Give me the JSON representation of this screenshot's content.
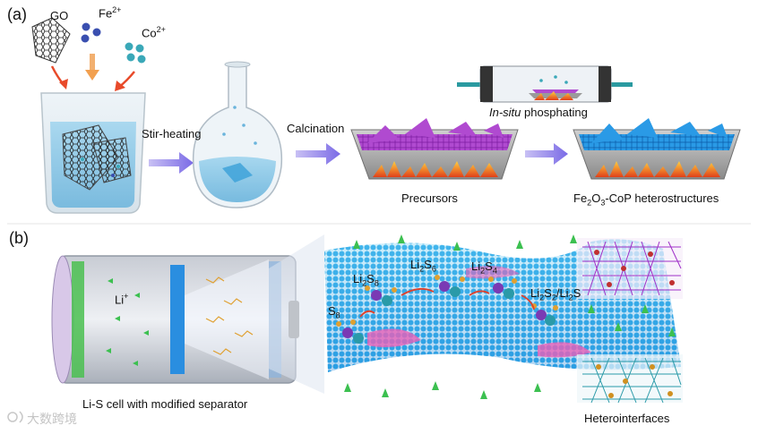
{
  "panels": {
    "a": "(a)",
    "b": "(b)"
  },
  "reagents": {
    "go": "GO",
    "fe": {
      "base": "Fe",
      "sup": "2+"
    },
    "co": {
      "base": "Co",
      "sup": "2+"
    }
  },
  "steps": {
    "stir_heating": "Stir-heating",
    "calcination": "Calcination",
    "phosphating": {
      "italic": "In-situ",
      "rest": " phosphating"
    }
  },
  "products": {
    "precursors": "Precursors",
    "hetero": {
      "fe": "Fe",
      "fe_sub": "2",
      "o": "O",
      "o_sub": "3",
      "rest": "-CoP heterostructures"
    }
  },
  "cell": {
    "li_ion": {
      "base": "Li",
      "sup": "+"
    },
    "caption": "Li-S cell with modified separator"
  },
  "species": {
    "s8": {
      "base": "S",
      "sub": "8"
    },
    "li2s8": {
      "a": "Li",
      "a_sub": "2",
      "b": "S",
      "b_sub": "8"
    },
    "li2s6": {
      "a": "Li",
      "a_sub": "2",
      "b": "S",
      "b_sub": "6"
    },
    "li2s4": {
      "a": "Li",
      "a_sub": "2",
      "b": "S",
      "b_sub": "4"
    },
    "li2s2_li2s": {
      "a": "Li",
      "a_sub": "2",
      "b": "S",
      "b_sub": "2",
      "c": "/Li",
      "c_sub": "2",
      "d": "S"
    }
  },
  "heterointerfaces": "Heterointerfaces",
  "watermark": "大数跨境",
  "colors": {
    "go_sheet": "#3a3a3a",
    "fe_ion": "#3a4fb0",
    "co_ion": "#3aa8b8",
    "precursor": "#a040c8",
    "cop": "#2a8ee0",
    "flame": "#f08a1a",
    "arrow": "#8a7ae8",
    "lattice": "#3ab4e8",
    "li_ion": "#3cc050",
    "polysulfide": "#e06090"
  }
}
